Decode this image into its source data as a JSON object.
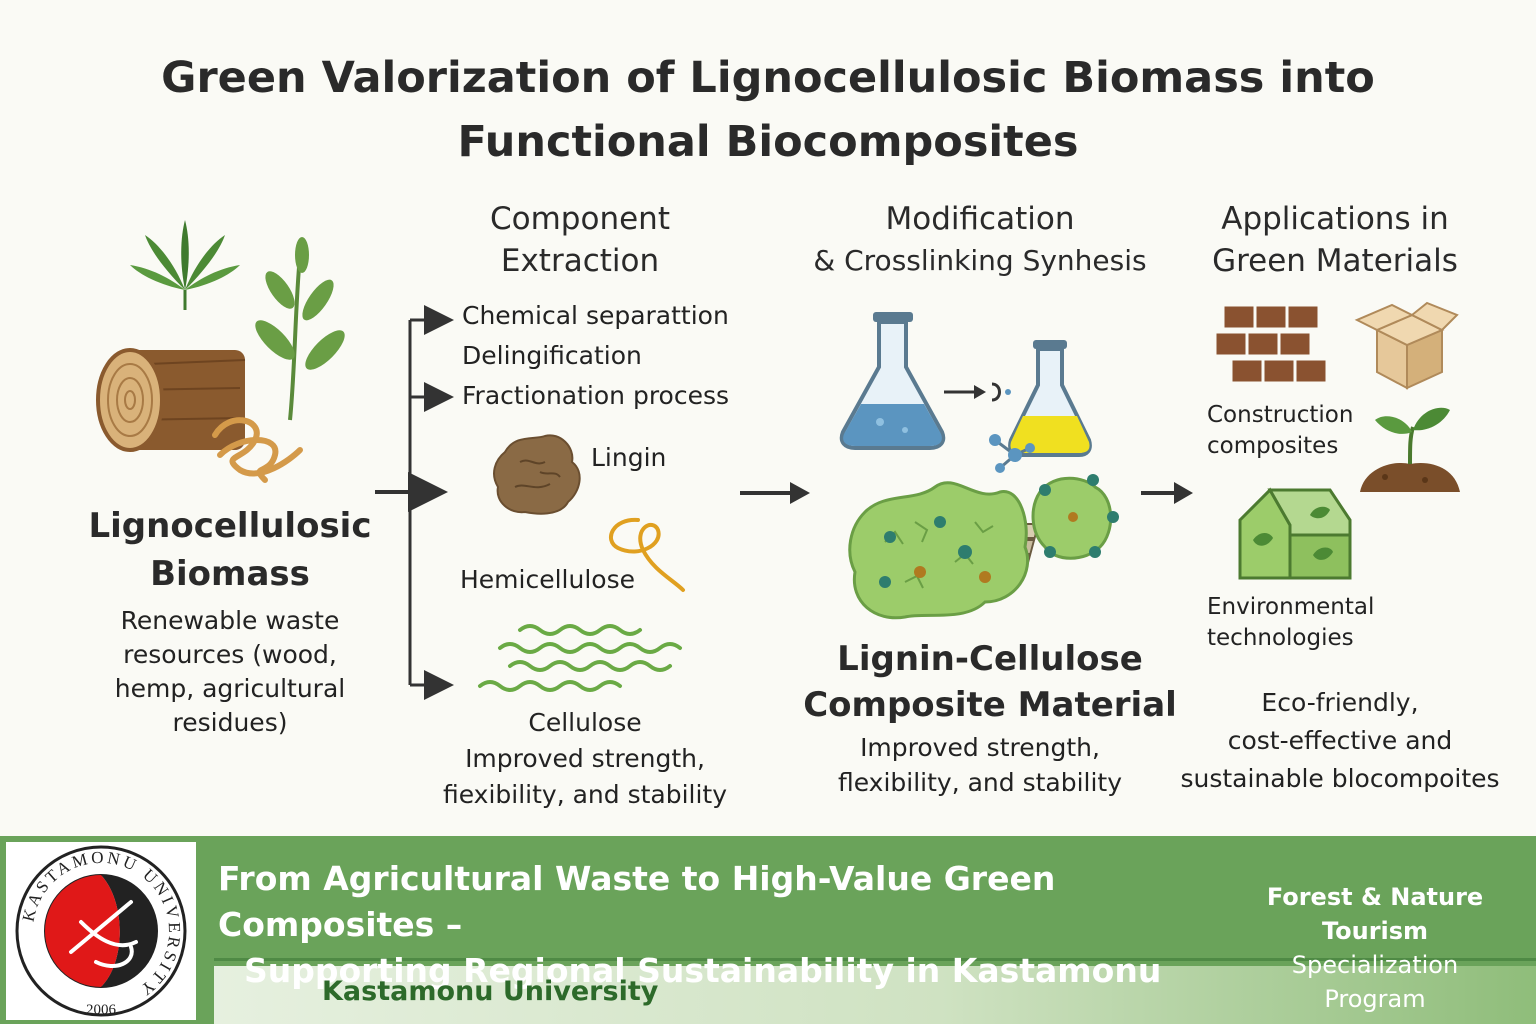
{
  "title": {
    "line1": "Green Valorization of Lignocellulosic Biomass into",
    "line2": "Functional Biocomposites"
  },
  "biomass": {
    "heading_line1": "Lignocellulosic",
    "heading_line2": "Biomass",
    "desc": [
      "Renewable waste",
      "resources (wood,",
      "hemp, agricultural",
      "residues)"
    ]
  },
  "extraction": {
    "heading_line1": "Component",
    "heading_line2": "Extraction",
    "steps": [
      "Chemical separattion",
      "Delingification",
      "Fractionation process"
    ],
    "lignin_label": "Lingin",
    "hemicellulose_label": "Hemicellulose",
    "cellulose_label": "Cellulose",
    "desc": [
      "Improved strength,",
      "fiexibility, and stability"
    ]
  },
  "modification": {
    "heading_line1": "Modification",
    "heading_line2": "& Crosslinking Synhesis",
    "composite_line1": "Lignin-Cellulose",
    "composite_line2": "Composite Material",
    "desc": [
      "Improved strength,",
      "flexibility, and stability"
    ]
  },
  "applications": {
    "heading_line1": "Applications in",
    "heading_line2": "Green Materials",
    "construction": [
      "Construction",
      "composites"
    ],
    "environmental": [
      "Environmental",
      "technologies"
    ],
    "eco": [
      "Eco-friendly,",
      "cost-effective and",
      "sustainable blocompoites"
    ]
  },
  "footer": {
    "line1": "From Agricultural Waste to High-Value Green Composites –",
    "line2": "Supporting Regional Sustainability in Kastamonu",
    "university": "Kastamonu University",
    "program": [
      "Forest & Nature",
      "Tourism",
      "Specialization Program"
    ]
  },
  "logo": {
    "ring_text": "KASTAMONU UNIVERSITY",
    "year": "2006"
  },
  "colors": {
    "footer_green": "#6aa35a",
    "footer_text": "#ffffff",
    "university_text": "#2d6a2a",
    "arrow": "#333333"
  }
}
